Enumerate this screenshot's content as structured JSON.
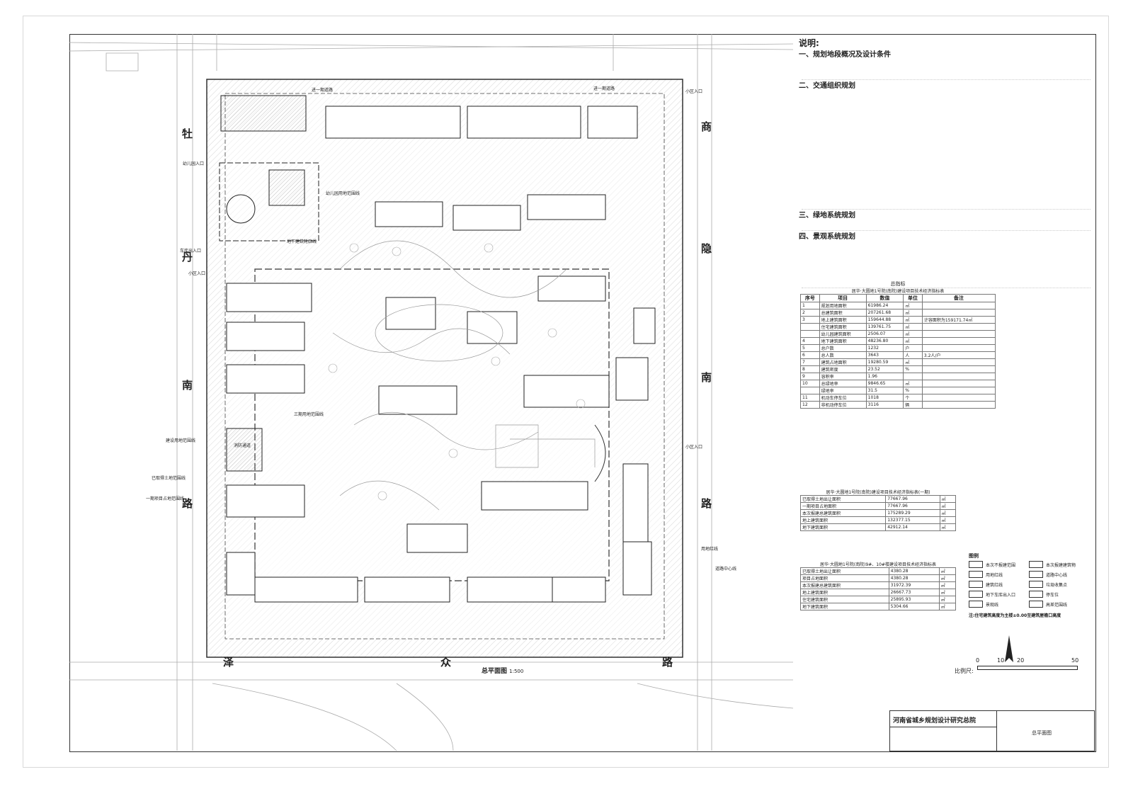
{
  "notes": {
    "title": "说明:",
    "sections": [
      "一、规划地段概况及设计条件",
      "二、交通组织规划",
      "三、绿地系统规划",
      "四、景观系统规划"
    ]
  },
  "roads": {
    "west": [
      "牡",
      "丹",
      "南",
      "路"
    ],
    "east": [
      "商",
      "隐",
      "南",
      "路"
    ],
    "south": [
      "泽",
      "众",
      "路"
    ]
  },
  "plan_title": "总平面图",
  "plan_scale": "1:500",
  "labels": {
    "entry_north_1": "进一期道路",
    "entry_north_2": "进一期道路",
    "district_entry_ne": "小区入口",
    "kindergarten_entry": "幼儿园入口",
    "kindergarten_line": "幼儿园用地范围线",
    "underground_line": "地下建筑轮廓线",
    "car_entry": "车库出入口",
    "district_entry_w": "小区入口",
    "phase3_line": "三期用地范围线",
    "build_line": "建设用地范围线",
    "land_line": "已取得土地范围线",
    "phase1_line": "一期项目占地范围线",
    "fire_lane": "消防通道",
    "district_entry_e": "小区入口",
    "land_line_e": "用地红线",
    "road_center": "道路中心线"
  },
  "table1": {
    "caption": "总指标",
    "subtitle": "居华·大圆地1号院(南院)建设项目技术经济指标表",
    "headers": [
      "序号",
      "项目",
      "数值",
      "单位",
      "备注"
    ],
    "rows": [
      [
        "1",
        "规划用地面积",
        "61986.24",
        "㎡",
        ""
      ],
      [
        "2",
        "总建筑面积",
        "207261.68",
        "㎡",
        ""
      ],
      [
        "3",
        "地上建筑面积",
        "159644.88",
        "㎡",
        "计容面积为159171.74㎡"
      ],
      [
        "",
        "住宅建筑面积",
        "139761.75",
        "㎡",
        ""
      ],
      [
        "",
        "幼儿园建筑面积",
        "2506.07",
        "㎡",
        ""
      ],
      [
        "4",
        "地下建筑面积",
        "48236.80",
        "㎡",
        ""
      ],
      [
        "5",
        "总户数",
        "1232",
        "户",
        ""
      ],
      [
        "6",
        "总人数",
        "3643",
        "人",
        "3.2人/户"
      ],
      [
        "7",
        "建筑占地面积",
        "19280.59",
        "㎡",
        ""
      ],
      [
        "8",
        "建筑密度",
        "23.52",
        "%",
        ""
      ],
      [
        "9",
        "容积率",
        "1.96",
        "",
        ""
      ],
      [
        "10",
        "总绿地率",
        "9846.65",
        "㎡",
        ""
      ],
      [
        "",
        "绿地率",
        "31.5",
        "%",
        ""
      ],
      [
        "11",
        "机动车停车位",
        "1018",
        "个",
        ""
      ],
      [
        "12",
        "非机动停车位",
        "3116",
        "辆",
        ""
      ]
    ]
  },
  "table2": {
    "subtitle": "居华·大圆地1号院(南院)建设项目技术经济指标表(一期)",
    "rows": [
      [
        "已取得土地出让面积",
        "77667.96",
        "㎡"
      ],
      [
        "一期项目占地面积",
        "77667.96",
        "㎡"
      ],
      [
        "本次报建总建筑面积",
        "175289.29",
        "㎡"
      ],
      [
        "地上建筑面积",
        "132377.15",
        "㎡"
      ],
      [
        "地下建筑面积",
        "42912.14",
        "㎡"
      ]
    ]
  },
  "table3": {
    "subtitle": "居华·大圆地1号院(南院)9#、10#楼建设项目技术经济指标表",
    "rows": [
      [
        "已取得土地出让面积",
        "4380.28",
        "㎡"
      ],
      [
        "项目占地面积",
        "4380.28",
        "㎡"
      ],
      [
        "本次报建总建筑面积",
        "31972.39",
        "㎡"
      ],
      [
        "地上建筑面积",
        "26667.73",
        "㎡"
      ],
      [
        "住宅建筑面积",
        "25895.93",
        "㎡"
      ],
      [
        "地下建筑面积",
        "5304.66",
        "㎡"
      ]
    ]
  },
  "legend": {
    "title": "图例",
    "items": [
      "本次不报建范围",
      "本次报建建筑物",
      "用地红线",
      "道路中心线",
      "建筑红线",
      "垃圾收集点",
      "地下车库出入口",
      "停车位",
      "景观线",
      "高差范围线"
    ],
    "note": "注:住宅建筑高度为主楼±0.00至建筑屋檐口高度"
  },
  "scale_bar": {
    "label": "比例尺:",
    "ticks": [
      "0",
      "10",
      "20",
      "50"
    ]
  },
  "title_block": {
    "institute": "河南省城乡规划设计研究总院",
    "drawing": "总平面图"
  }
}
